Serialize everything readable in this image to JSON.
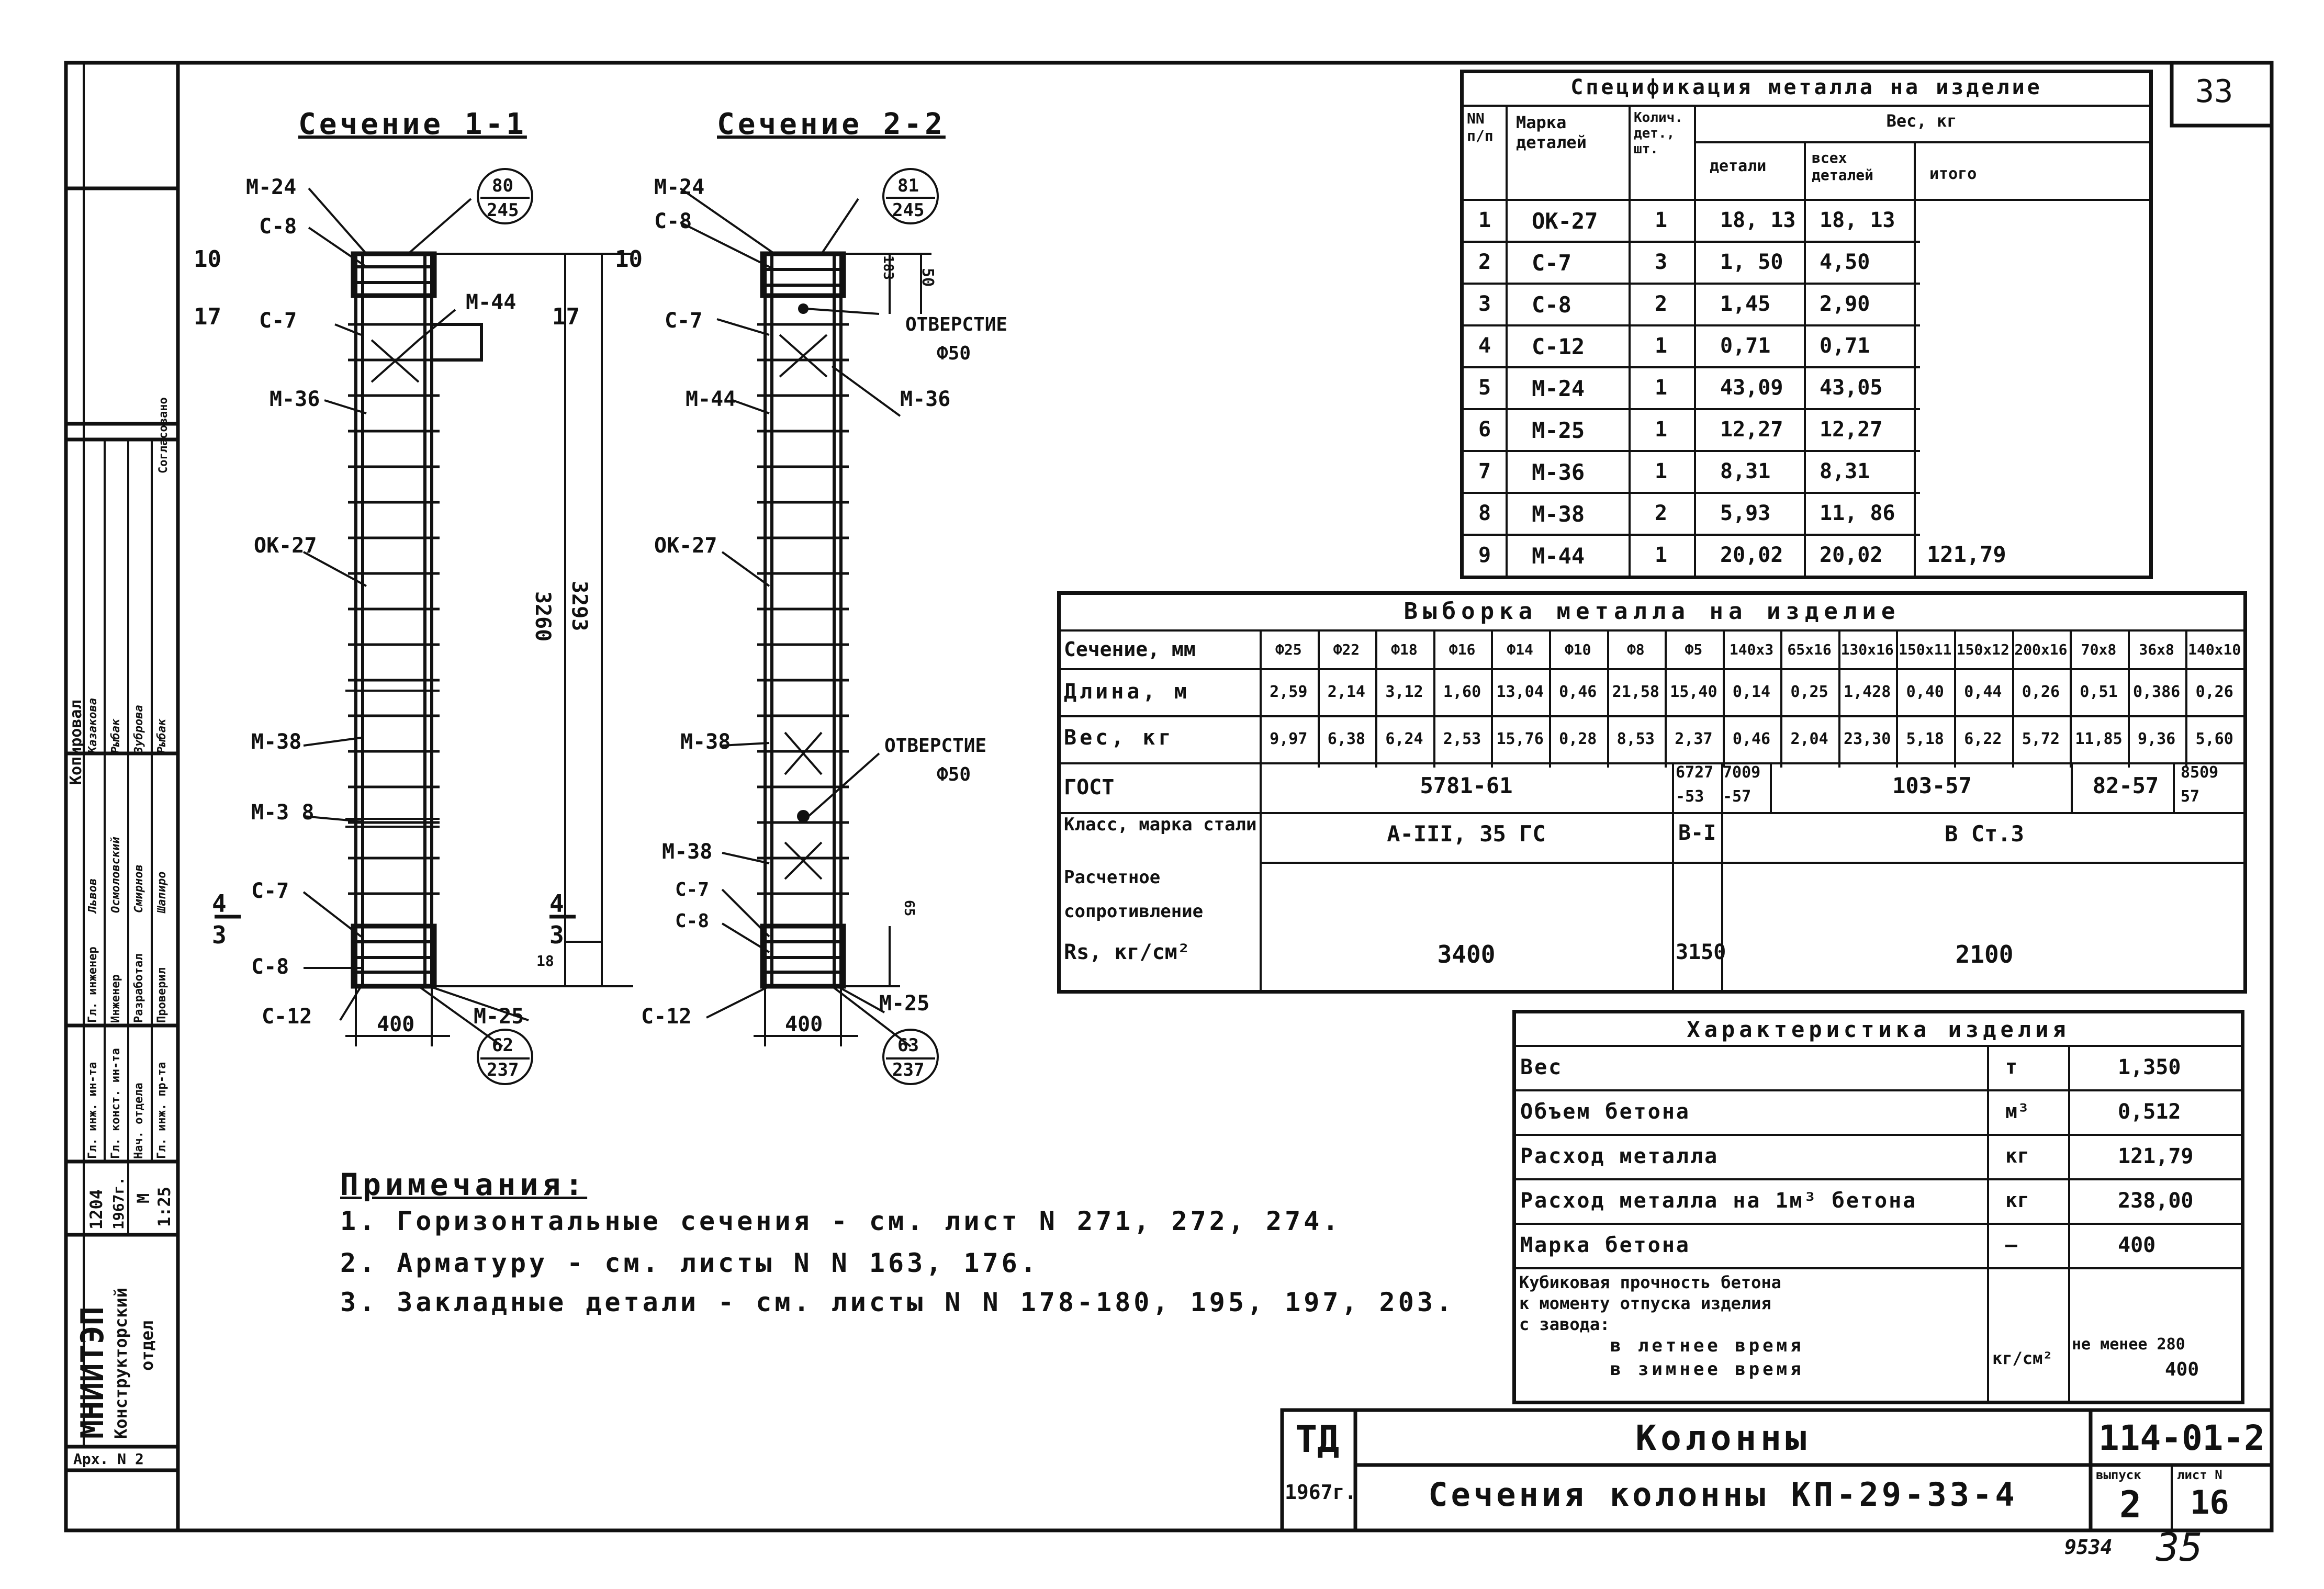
{
  "sheet_top_number": "33",
  "section_titles": {
    "s1": "Сечение 1-1",
    "s2": "Сечение 2-2"
  },
  "sec1_labels": {
    "m24": "М-24",
    "c8a": "С-8",
    "c7a": "С-7",
    "m44": "М-44",
    "m36": "М-36",
    "ok27": "ОК-27",
    "m38a": "М-38",
    "m38b": "М-3 8",
    "c7b": "С-7",
    "c8b": "С-8",
    "c12": "С-12",
    "m25": "М-25",
    "d10": "10",
    "d17": "17",
    "d10r": "10",
    "d17r": "17",
    "d3260": "3260",
    "d3293": "3293",
    "d400": "400",
    "d18": "18",
    "sec_a": "4",
    "sec_b": "3",
    "sec_a2": "4",
    "sec_b2": "3",
    "circle_top_a": "80",
    "circle_top_b": "245",
    "circle_bot_a": "62",
    "circle_bot_b": "237"
  },
  "sec2_labels": {
    "m24": "М-24",
    "c8a": "С-8",
    "c7a": "С-7",
    "m44": "М-44",
    "m36": "М-36",
    "ok27": "ОК-27",
    "m38a": "М-38",
    "m38b": "М-38",
    "c7b": "С-7",
    "c8b": "С-8",
    "c12": "С-12",
    "m25": "М-25",
    "hole1": "ОТВЕРСТИЕ",
    "hole1d": "Ф50",
    "hole2": "ОТВЕРСТИЕ",
    "hole2d": "Ф50",
    "d183": "183",
    "d50": "50",
    "d65": "65",
    "d400": "400",
    "circle_top_a": "81",
    "circle_top_b": "245",
    "circle_bot_a": "63",
    "circle_bot_b": "237"
  },
  "spec_table": {
    "title": "Спецификация металла на изделие",
    "headers": {
      "n": "NN п/п",
      "mark": "Марка деталей",
      "qty": "Колич. дет., шт.",
      "weight": "Вес, кг",
      "w_one": "детали",
      "w_all": "всех деталей",
      "w_total": "итого"
    },
    "rows": [
      {
        "n": "1",
        "mark": "ОК-27",
        "qty": "1",
        "w1": "18, 13",
        "wa": "18, 13"
      },
      {
        "n": "2",
        "mark": "С-7",
        "qty": "3",
        "w1": "1, 50",
        "wa": "4,50"
      },
      {
        "n": "3",
        "mark": "С-8",
        "qty": "2",
        "w1": "1,45",
        "wa": "2,90"
      },
      {
        "n": "4",
        "mark": "С-12",
        "qty": "1",
        "w1": "0,71",
        "wa": "0,71"
      },
      {
        "n": "5",
        "mark": "М-24",
        "qty": "1",
        "w1": "43,09",
        "wa": "43,05"
      },
      {
        "n": "6",
        "mark": "М-25",
        "qty": "1",
        "w1": "12,27",
        "wa": "12,27"
      },
      {
        "n": "7",
        "mark": "М-36",
        "qty": "1",
        "w1": "8,31",
        "wa": "8,31"
      },
      {
        "n": "8",
        "mark": "М-38",
        "qty": "2",
        "w1": "5,93",
        "wa": "11, 86"
      },
      {
        "n": "9",
        "mark": "М-44",
        "qty": "1",
        "w1": "20,02",
        "wa": "20,02"
      }
    ],
    "total": "121,79"
  },
  "selection_table": {
    "title": "Выборка металла на изделие",
    "row_labels": {
      "section": "Сечение, мм",
      "length": "Длина, м",
      "weight": "Вес, кг",
      "gost": "ГОСТ",
      "class": "Класс, марка стали",
      "resist1": "Расчетное",
      "resist2": "сопротивление",
      "resist3": "Rs, кг/см²"
    },
    "sections": [
      "Ф25",
      "Ф22",
      "Ф18",
      "Ф16",
      "Ф14",
      "Ф10",
      "Ф8",
      "Ф5",
      "140x3",
      "65x16",
      "130x16",
      "150x11",
      "150x12",
      "200x16",
      "70x8",
      "36x8",
      "140x10"
    ],
    "lengths": [
      "2,59",
      "2,14",
      "3,12",
      "1,60",
      "13,04",
      "0,46",
      "21,58",
      "15,40",
      "0,14",
      "0,25",
      "1,428",
      "0,40",
      "0,44",
      "0,26",
      "0,51",
      "0,386",
      "0,26"
    ],
    "weights": [
      "9,97",
      "6,38",
      "6,24",
      "2,53",
      "15,76",
      "0,28",
      "8,53",
      "2,37",
      "0,46",
      "2,04",
      "23,30",
      "5,18",
      "6,22",
      "5,72",
      "11,85",
      "9,36",
      "5,60"
    ],
    "gost": {
      "a": "5781-61",
      "b1": "6727",
      "b2": "-53",
      "c1": "7009",
      "c2": "-57",
      "d": "103-57",
      "e": "82-57",
      "f1": "8509",
      "f2": "57"
    },
    "cls": {
      "a": "А-III, 35 ГС",
      "b": "В-I",
      "c": "В Ст.3"
    },
    "resist": {
      "a": "3400",
      "b": "3150",
      "c": "2100"
    }
  },
  "char_table": {
    "title": "Характеристика изделия",
    "rows": [
      {
        "label": "Вес",
        "unit": "т",
        "value": "1,350"
      },
      {
        "label": "Объем бетона",
        "unit": "м³",
        "value": "0,512"
      },
      {
        "label": "Расход металла",
        "unit": "кг",
        "value": "121,79"
      },
      {
        "label": "Расход металла на 1м³ бетона",
        "unit": "кг",
        "value": "238,00"
      },
      {
        "label": "Марка бетона",
        "unit": "—",
        "value": "400"
      }
    ],
    "cube": {
      "l1": "Кубиковая прочность бетона",
      "l2": "к моменту отпуска изделия",
      "l3": "с завода:",
      "l4": "в летнее время",
      "l5": "в зимнее время",
      "unit": "кг/см²",
      "v1": "не менее 280",
      "v2": "400"
    }
  },
  "notes": {
    "title": "Примечания:",
    "n1": "1. Горизонтальные сечения - см. лист N 271, 272, 274.",
    "n2": "2. Арматуру - см. листы N N 163, 176.",
    "n3": "3. Закладные детали - см. листы N N 178-180, 195, 197, 203."
  },
  "title_block": {
    "td": "ТД",
    "year": "1967г.",
    "name": "Колонны",
    "subtitle": "Сечения колонны КП-29-33-4",
    "code": "114-01-2",
    "issue_label": "выпуск",
    "issue": "2",
    "sheet_label": "лист N",
    "sheet": "16"
  },
  "bottom": {
    "inv": "9534",
    "page": "35"
  },
  "left_stamp": {
    "org": "МНИИТЭП",
    "dept1": "Конструкторский",
    "dept2": "отдел",
    "arh": "Арх. N 2",
    "year": "1204",
    "year2": "1967г.",
    "m": "М",
    "scale": "1:25",
    "agreed": "Согласовано",
    "roles": [
      "Гл. инж. ин-та",
      "Гл. конст. ин-та",
      "Нач. отдела",
      "Гл. инж. пр-та",
      "Гл. инженер",
      "Инженер",
      "Разработал",
      "Проверил"
    ],
    "names": [
      "Львов",
      "Осмоловский",
      "Смирнов",
      "Шапиро",
      "Казакова",
      "Рыбак",
      "Зуброва",
      "Рыбак"
    ],
    "copy": "Копировал"
  }
}
